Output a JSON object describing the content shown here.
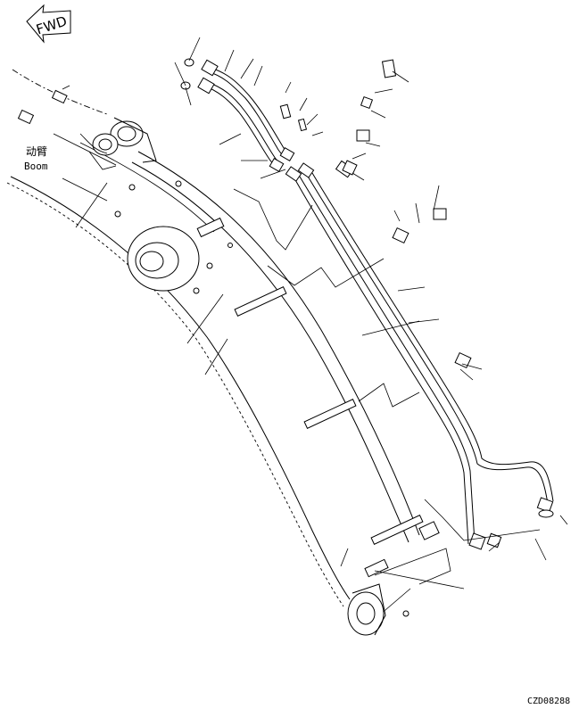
{
  "direction_marker": {
    "label": "FWD"
  },
  "component": {
    "label_cn": "动臂",
    "label_en": "Boom"
  },
  "drawing_code": "CZD08288"
}
